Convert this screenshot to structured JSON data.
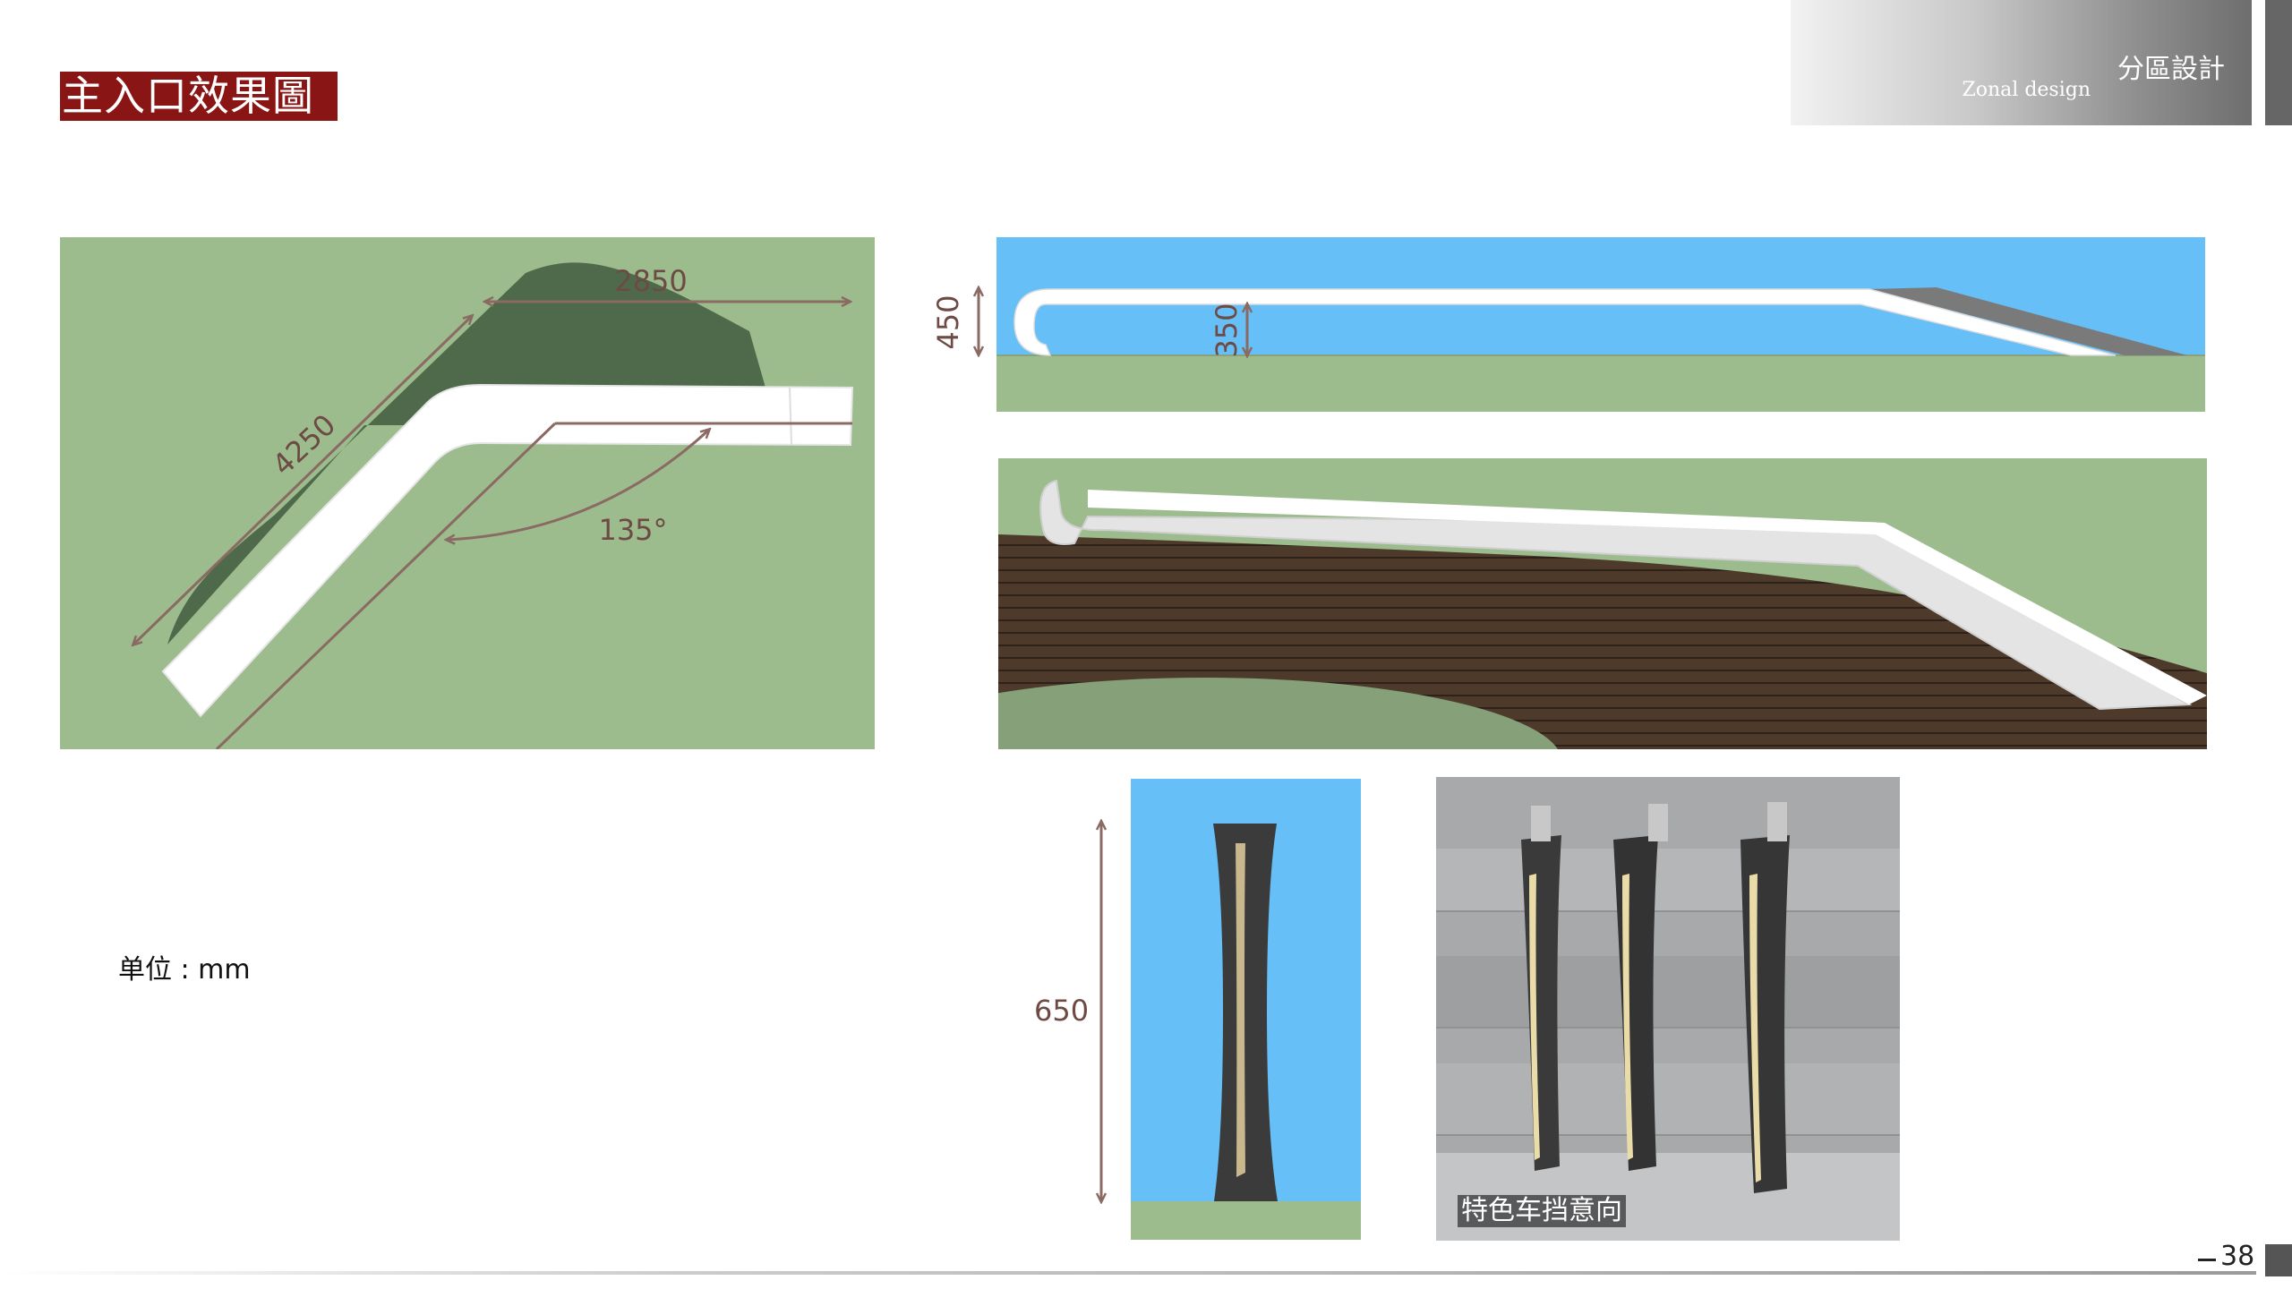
{
  "header": {
    "title": "主入口效果圖",
    "section_cn": "分區設計",
    "section_en": "Zonal design"
  },
  "top_view": {
    "dim_top": "2850",
    "dim_diagonal": "4250",
    "dim_angle": "135°"
  },
  "side_view": {
    "dim_total_height": "450",
    "dim_seat_height": "350"
  },
  "bollard": {
    "dim_height": "650",
    "photo_caption": "特色车挡意向"
  },
  "unit_label": "单位 : mm",
  "page_number": "38",
  "colors": {
    "title_red": "#8a1515",
    "grass_green": "#9cbc8e",
    "sky_blue": "#66bff7",
    "dim_brown": "#6d4a44"
  }
}
